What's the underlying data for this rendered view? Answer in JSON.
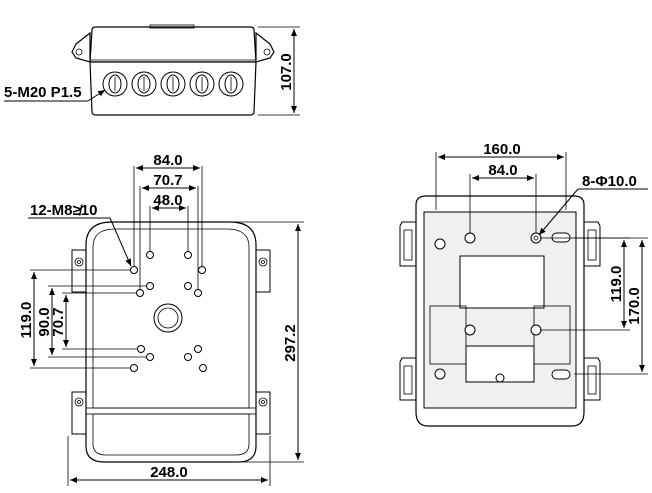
{
  "top_view": {
    "gland_callout": "5-M20 P1.5",
    "height_dim": "107.0",
    "gland_count": 5
  },
  "front_view": {
    "screw_callout": "12-M8≱10",
    "dim_84": "84.0",
    "dim_70_7": "70.7",
    "dim_48": "48.0",
    "dim_119": "119.0",
    "dim_90": "90.0",
    "dim_70_7_v": "70.7",
    "height_dim": "297.2",
    "width_dim": "248.0"
  },
  "back_view": {
    "dim_160": "160.0",
    "dim_84": "84.0",
    "hole_callout": "8-Φ10.0",
    "dim_119": "119.0",
    "dim_170": "170.0"
  },
  "colors": {
    "line": "#000000",
    "background": "#ffffff"
  }
}
